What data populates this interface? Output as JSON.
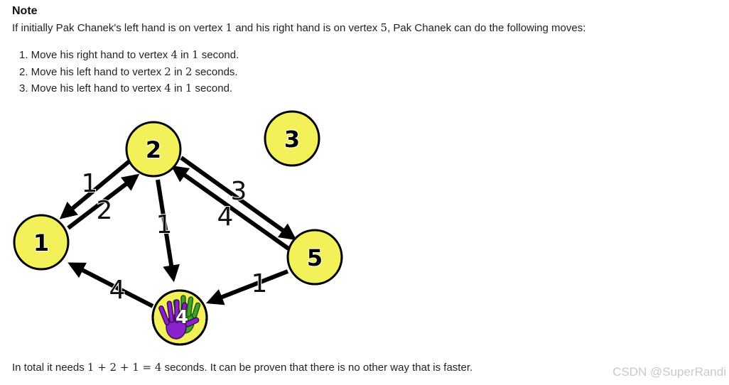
{
  "note": {
    "title": "Note",
    "intro": {
      "part1": "If initially Pak Chanek's left hand is on vertex ",
      "v1": "1",
      "part2": " and his right hand is on vertex ",
      "v2": "5",
      "part3": ", Pak Chanek can do the following moves:"
    },
    "moves": [
      {
        "num": "1.",
        "a": " Move his right hand to vertex ",
        "v": "4",
        "b": " in ",
        "t": "1",
        "c": " second."
      },
      {
        "num": "2.",
        "a": " Move his left hand to vertex ",
        "v": "2",
        "b": " in ",
        "t": "2",
        "c": " seconds."
      },
      {
        "num": "3.",
        "a": " Move his left hand to vertex ",
        "v": "4",
        "b": " in ",
        "t": "1",
        "c": " second."
      }
    ],
    "footer": {
      "part1": "In total it needs ",
      "math": "1 + 2 + 1 = 4",
      "part2": " seconds. It can be proven that there is no other way that is faster."
    }
  },
  "graph": {
    "nodes": [
      "1",
      "2",
      "3",
      "4",
      "5"
    ],
    "edge_labels": {
      "e2to1": "1",
      "e1to2": "2",
      "e2to4": "1",
      "e2to5": "3",
      "e5to2": "4",
      "e4to1": "4",
      "e5to4": "1"
    },
    "colors": {
      "node_fill": "#f3f15a",
      "hand_purple": "#8a22c9",
      "hand_green": "#3fa32a"
    }
  },
  "watermark": "CSDN @SuperRandi"
}
